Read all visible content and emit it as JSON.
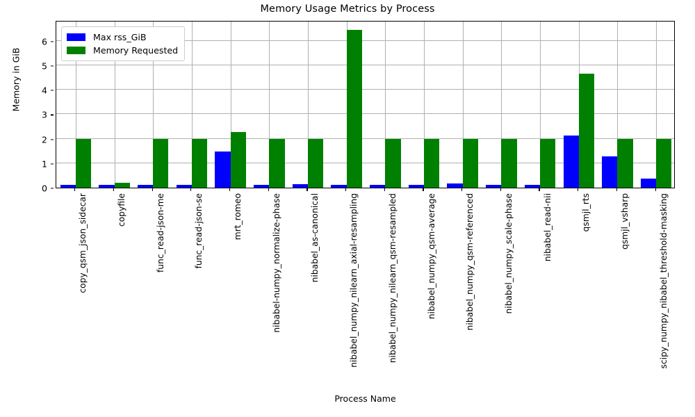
{
  "chart_data": {
    "type": "bar",
    "title": "Memory Usage Metrics by Process",
    "xlabel": "Process Name",
    "ylabel": "Memory in GiB",
    "ylim": [
      0,
      6.85
    ],
    "yticks": [
      0,
      1,
      2,
      3,
      4,
      5,
      6
    ],
    "grid": true,
    "legend_position": "upper left",
    "categories": [
      "copy_qsm_json_sidecar",
      "copyfile",
      "func_read-json-me",
      "func_read-json-se",
      "mrt_romeo",
      "nibabel-numpy_normalize-phase",
      "nibabel_as-canonical",
      "nibabel_numpy_nilearn_axial-resampling",
      "nibabel_numpy_nilearn_qsm-resampled",
      "nibabel_numpy_qsm-average",
      "nibabel_numpy_qsm-referenced",
      "nibabel_numpy_scale-phase",
      "nibabel_read-nii",
      "qsmjl_rts",
      "qsmjl_vsharp",
      "scipy_numpy_nibabel_threshold-masking"
    ],
    "series": [
      {
        "name": "Max rss_GiB",
        "color": "#0000ff",
        "values": [
          0.12,
          0.12,
          0.12,
          0.12,
          1.48,
          0.12,
          0.15,
          0.12,
          0.12,
          0.12,
          0.16,
          0.12,
          0.12,
          2.14,
          1.27,
          0.36
        ]
      },
      {
        "name": "Memory Requested",
        "color": "#008000",
        "values": [
          2.0,
          0.19,
          2.0,
          2.0,
          2.27,
          2.0,
          2.0,
          6.45,
          2.0,
          2.0,
          2.0,
          2.0,
          2.0,
          4.66,
          2.0,
          2.0
        ]
      }
    ]
  }
}
